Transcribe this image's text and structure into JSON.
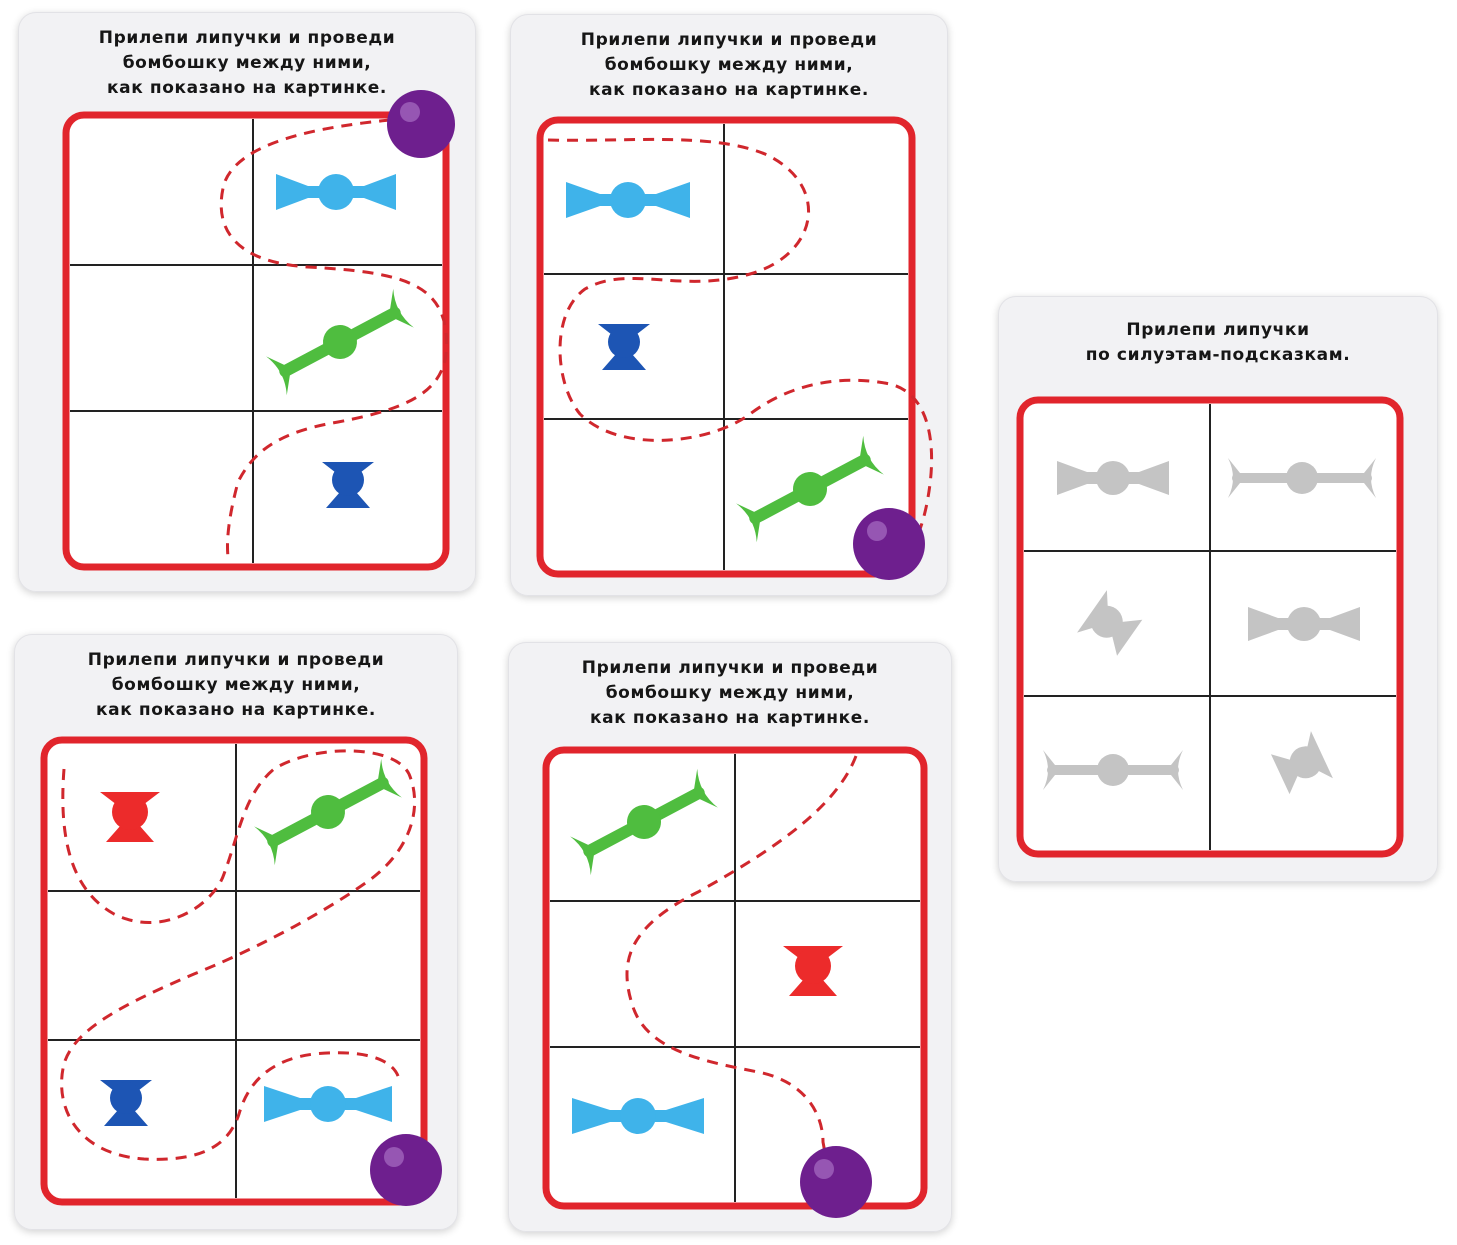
{
  "cards": [
    {
      "title": "Прилепи липучки и проведи\nбомбошку между ними,\nкак показано на картинке."
    },
    {
      "title": "Прилепи липучки и проведи\nбомбошку между ними,\nкак показано на картинке."
    },
    {
      "title": "Прилепи липучки\nпо силуэтам-подсказкам."
    },
    {
      "title": "Прилепи липучки и проведи\nбомбошку между ними,\nкак показано на картинке."
    },
    {
      "title": "Прилепи липучки и проведи\nбомбошку между ними,\nкак показано на картинке."
    }
  ],
  "colors": {
    "frame": "#e1252c",
    "path": "#d0272d",
    "grid": "#222222",
    "light_blue": "#3fb3ea",
    "dark_blue": "#1d55b4",
    "green": "#4fbd3f",
    "red": "#ec2b2b",
    "purple_ball": "#6e1f8e",
    "silhouette": "#c4c4c4"
  },
  "pieces": {
    "card1": [
      "bowtie-light-blue",
      "dumbbell-green",
      "tripod-dark-blue"
    ],
    "card2": [
      "bowtie-light-blue",
      "tripod-dark-blue",
      "dumbbell-green"
    ],
    "card3": [
      "bowtie-silhouette",
      "dumbbell-silhouette",
      "tripod-silhouette",
      "bowtie-silhouette",
      "dumbbell-silhouette",
      "tripod-silhouette"
    ],
    "card4": [
      "tripod-red",
      "dumbbell-green",
      "tripod-dark-blue",
      "bowtie-light-blue"
    ],
    "card5": [
      "dumbbell-green",
      "tripod-red",
      "bowtie-light-blue"
    ]
  }
}
